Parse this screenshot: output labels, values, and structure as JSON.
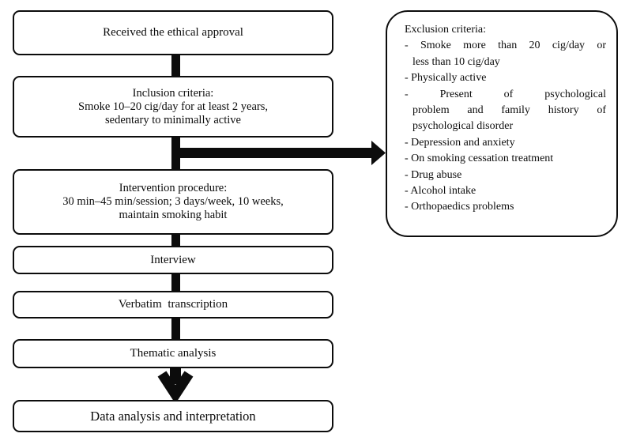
{
  "flow": {
    "boxes": [
      {
        "text": "Received the ethical approval"
      },
      {
        "text": "Inclusion criteria:\nSmoke 10–20 cig/day for at least 2 years,\nsedentary to minimally active"
      },
      {
        "text": "Intervention procedure:\n30 min–45 min/session; 3 days/week, 10 weeks,\nmaintain smoking habit"
      },
      {
        "text": "Interview"
      },
      {
        "text": "Verbatim  transcription"
      },
      {
        "text": "Thematic analysis"
      },
      {
        "text": "Data analysis and interpretation"
      }
    ]
  },
  "exclusion": {
    "title": "Exclusion criteria:",
    "lines": [
      "- Smoke more than 20 cig/day or",
      "less than 10 cig/day",
      "- Physically active",
      "- Present of psychological",
      "problem and family history of",
      "psychological disorder",
      "- Depression and anxiety",
      "- On smoking cessation treatment",
      "- Drug abuse",
      "- Alcohol intake",
      "- Orthopaedics problems"
    ]
  },
  "colors": {
    "ink": "#0c0c0c",
    "background": "#ffffff"
  }
}
